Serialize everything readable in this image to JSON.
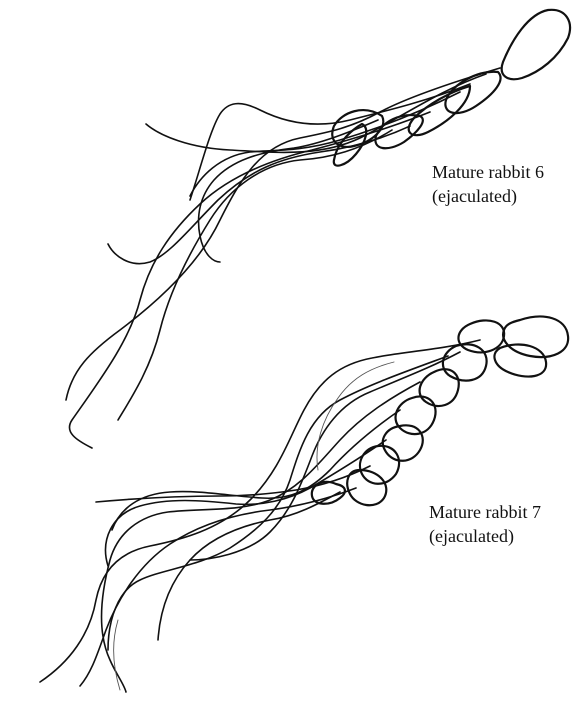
{
  "specimens": [
    {
      "title": "Mature rabbit 6",
      "subtitle": "(ejaculated)"
    },
    {
      "title": "Mature rabbit 7",
      "subtitle": "(ejaculated)"
    }
  ]
}
